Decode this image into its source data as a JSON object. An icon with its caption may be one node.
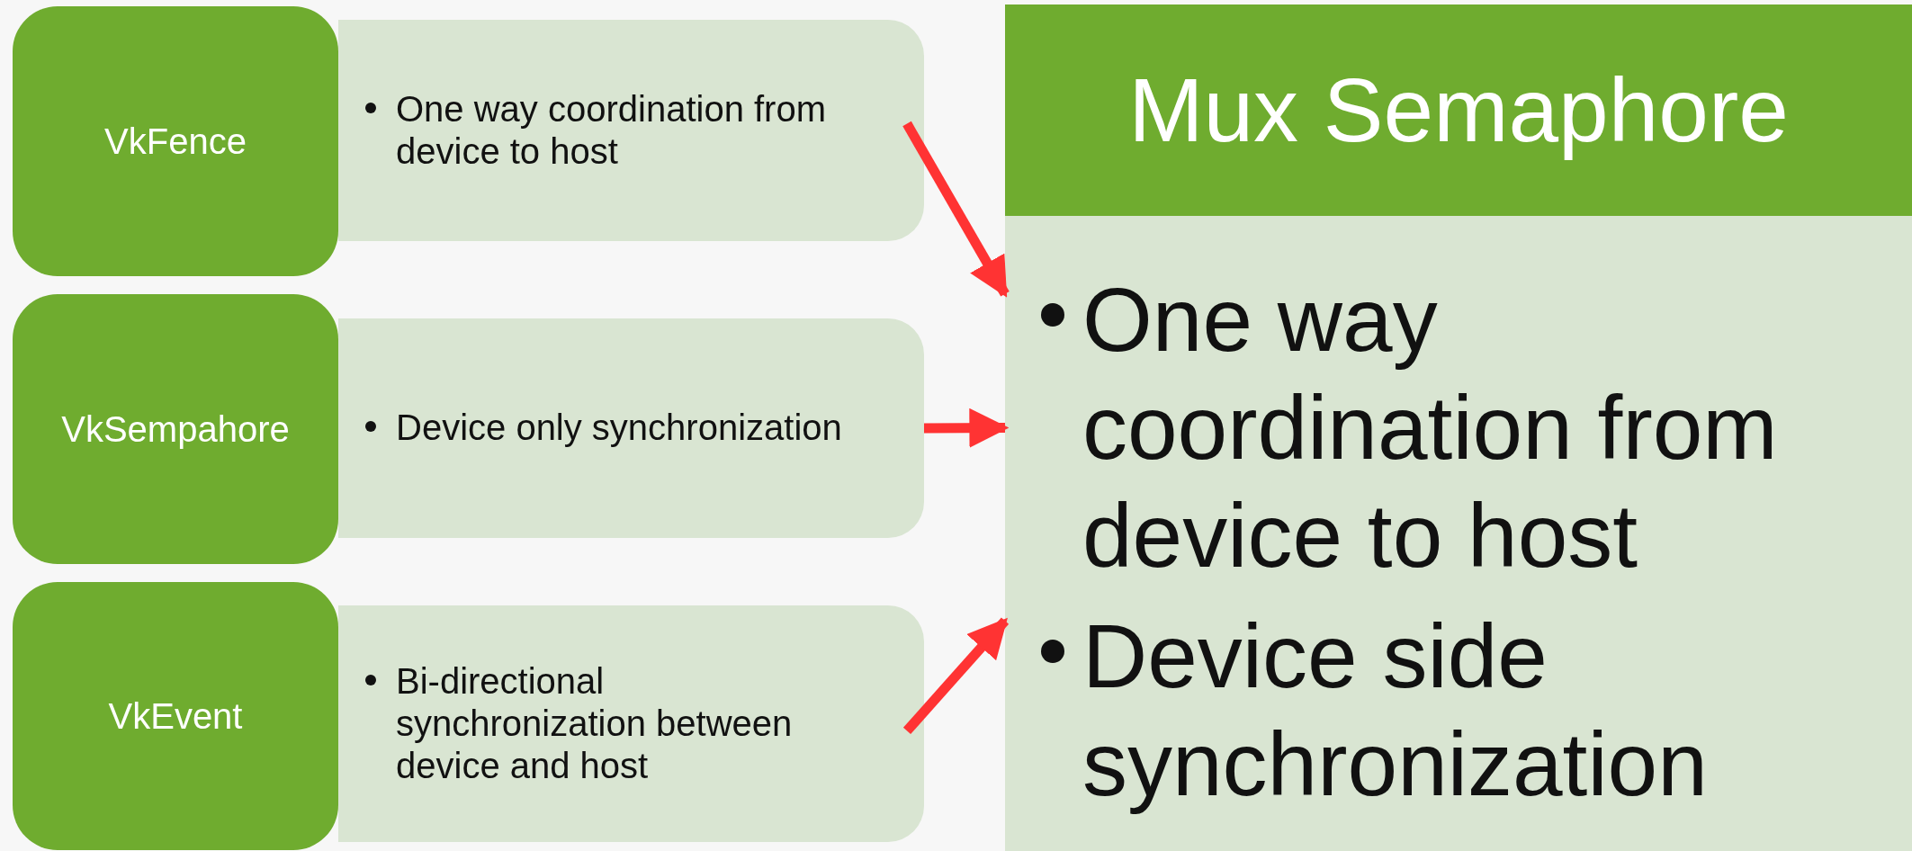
{
  "diagram": {
    "nodes": [
      {
        "text": [
          "VkFence"
        ]
      },
      {
        "text": [
          "One way coordination from device to host"
        ]
      },
      {
        "text": [
          "VkSempahore"
        ]
      },
      {
        "text": [
          "Device only synchronization"
        ]
      },
      {
        "text": [
          "VkEvent"
        ]
      },
      {
        "text": [
          "Bi-directional synchronization between device and host"
        ]
      },
      {
        "text": [
          "Mux Semaphore",
          "One way coordination from device to host",
          "Device side synchronization"
        ]
      }
    ],
    "edges": [
      {
        "from": 1,
        "to": 6,
        "arrow": "to"
      },
      {
        "from": 3,
        "to": 6,
        "arrow": "to"
      },
      {
        "from": 5,
        "to": 6,
        "arrow": "to"
      }
    ]
  }
}
